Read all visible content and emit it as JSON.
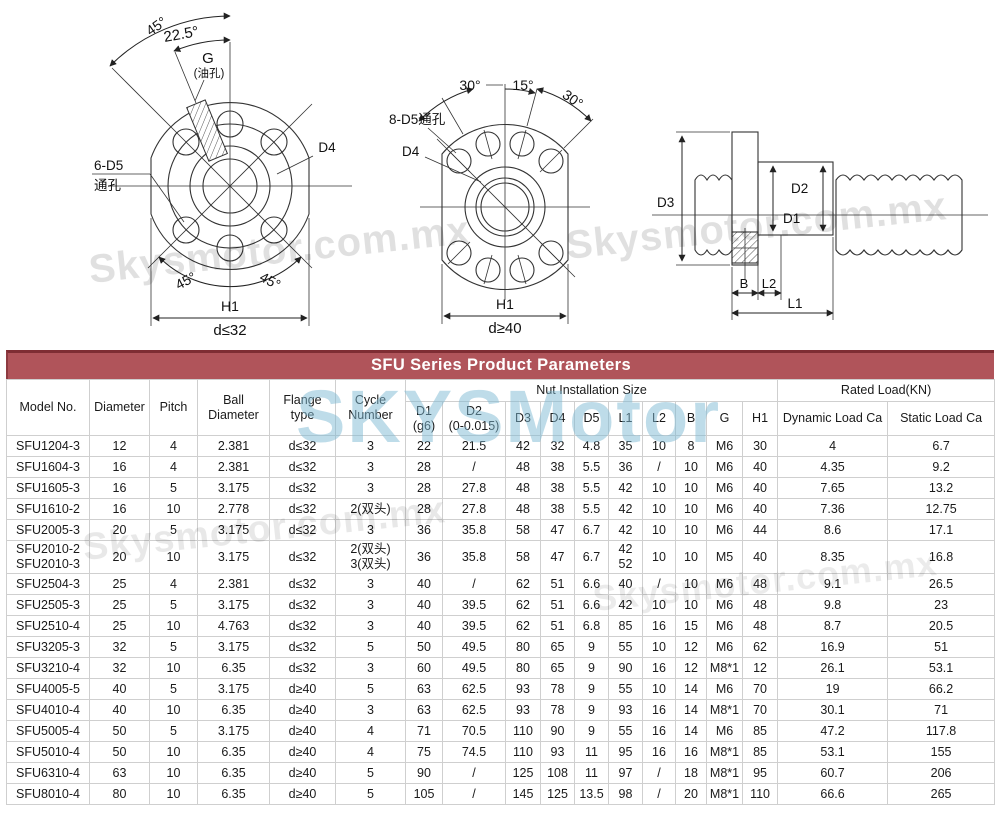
{
  "colors": {
    "title_bar_bg": "#b0545a",
    "title_bar_border": "#7e2d33",
    "title_text": "#ffffff",
    "table_border": "#cfcfcf",
    "drawing_line": "#333333",
    "watermark_blue": "rgba(125,185,212,0.5)",
    "watermark_gray": "rgba(0,0,0,0.12)"
  },
  "watermarks": {
    "brand_large": "SKYSMotor",
    "site_top_left": "Skysmotor.com.mx",
    "site_top_right": "Skysmotor.com.mx",
    "site_mid_left": "Skysmotor.com.mx",
    "site_mid_right": "Skysmotor.com.mx"
  },
  "diagrams": {
    "left": {
      "angle_upper": "45°",
      "angle_oil": "22.5°",
      "oil_hole": "G",
      "oil_hole_note": "(油孔)",
      "holes_line1": "6-D5",
      "holes_line2": "通孔",
      "bolt_circle": "D4",
      "angle_bottom_left": "45°",
      "angle_bottom_right": "45°",
      "width_dim": "H1",
      "size_note": "d≤32"
    },
    "middle": {
      "angle_left": "30°",
      "angle_center": "15°",
      "angle_right": "30°",
      "holes_label": "8-D5通孔",
      "bolt_circle": "D4",
      "width_dim": "H1",
      "size_note": "d≥40"
    },
    "side": {
      "d3": "D3",
      "d2": "D2",
      "d1": "D1",
      "b": "B",
      "l2": "L2",
      "l1": "L1"
    }
  },
  "table": {
    "title": "SFU Series Product Parameters",
    "groups": {
      "nut": "Nut Installation Size",
      "load": "Rated Load(KN)"
    },
    "columns": [
      "Model No.",
      "Diameter",
      "Pitch",
      "Ball\nDiameter",
      "Flange\ntype",
      "Cycle\nNumber",
      "D1\n(g6)",
      "D2\n(0-0.015)",
      "D3",
      "D4",
      "D5",
      "L1",
      "L2",
      "B",
      "G",
      "H1",
      "Dynamic Load Ca",
      "Static Load Ca"
    ],
    "rows": [
      [
        "SFU1204-3",
        "12",
        "4",
        "2.381",
        "d≤32",
        "3",
        "22",
        "21.5",
        "42",
        "32",
        "4.8",
        "35",
        "10",
        "8",
        "M6",
        "30",
        "4",
        "6.7"
      ],
      [
        "SFU1604-3",
        "16",
        "4",
        "2.381",
        "d≤32",
        "3",
        "28",
        "/",
        "48",
        "38",
        "5.5",
        "36",
        "/",
        "10",
        "M6",
        "40",
        "4.35",
        "9.2"
      ],
      [
        "SFU1605-3",
        "16",
        "5",
        "3.175",
        "d≤32",
        "3",
        "28",
        "27.8",
        "48",
        "38",
        "5.5",
        "42",
        "10",
        "10",
        "M6",
        "40",
        "7.65",
        "13.2"
      ],
      [
        "SFU1610-2",
        "16",
        "10",
        "2.778",
        "d≤32",
        "2(双头)",
        "28",
        "27.8",
        "48",
        "38",
        "5.5",
        "42",
        "10",
        "10",
        "M6",
        "40",
        "7.36",
        "12.75"
      ],
      [
        "SFU2005-3",
        "20",
        "5",
        "3.175",
        "d≤32",
        "3",
        "36",
        "35.8",
        "58",
        "47",
        "6.7",
        "42",
        "10",
        "10",
        "M6",
        "44",
        "8.6",
        "17.1"
      ],
      [
        "SFU2010-2\nSFU2010-3",
        "20",
        "10",
        "3.175",
        "d≤32",
        "2(双头)\n3(双头)",
        "36",
        "35.8",
        "58",
        "47",
        "6.7",
        "42\n52",
        "10",
        "10",
        "M5",
        "40",
        "8.35",
        "16.8"
      ],
      [
        "SFU2504-3",
        "25",
        "4",
        "2.381",
        "d≤32",
        "3",
        "40",
        "/",
        "62",
        "51",
        "6.6",
        "40",
        "/",
        "10",
        "M6",
        "48",
        "9.1",
        "26.5"
      ],
      [
        "SFU2505-3",
        "25",
        "5",
        "3.175",
        "d≤32",
        "3",
        "40",
        "39.5",
        "62",
        "51",
        "6.6",
        "42",
        "10",
        "10",
        "M6",
        "48",
        "9.8",
        "23"
      ],
      [
        "SFU2510-4",
        "25",
        "10",
        "4.763",
        "d≤32",
        "3",
        "40",
        "39.5",
        "62",
        "51",
        "6.8",
        "85",
        "16",
        "15",
        "M6",
        "48",
        "8.7",
        "20.5"
      ],
      [
        "SFU3205-3",
        "32",
        "5",
        "3.175",
        "d≤32",
        "5",
        "50",
        "49.5",
        "80",
        "65",
        "9",
        "55",
        "10",
        "12",
        "M6",
        "62",
        "16.9",
        "51"
      ],
      [
        "SFU3210-4",
        "32",
        "10",
        "6.35",
        "d≤32",
        "3",
        "60",
        "49.5",
        "80",
        "65",
        "9",
        "90",
        "16",
        "12",
        "M8*1",
        "12",
        "26.1",
        "53.1"
      ],
      [
        "SFU4005-5",
        "40",
        "5",
        "3.175",
        "d≥40",
        "5",
        "63",
        "62.5",
        "93",
        "78",
        "9",
        "55",
        "10",
        "14",
        "M6",
        "70",
        "19",
        "66.2"
      ],
      [
        "SFU4010-4",
        "40",
        "10",
        "6.35",
        "d≥40",
        "3",
        "63",
        "62.5",
        "93",
        "78",
        "9",
        "93",
        "16",
        "14",
        "M8*1",
        "70",
        "30.1",
        "71"
      ],
      [
        "SFU5005-4",
        "50",
        "5",
        "3.175",
        "d≥40",
        "4",
        "71",
        "70.5",
        "110",
        "90",
        "9",
        "55",
        "16",
        "14",
        "M6",
        "85",
        "47.2",
        "117.8"
      ],
      [
        "SFU5010-4",
        "50",
        "10",
        "6.35",
        "d≥40",
        "4",
        "75",
        "74.5",
        "110",
        "93",
        "11",
        "95",
        "16",
        "16",
        "M8*1",
        "85",
        "53.1",
        "155"
      ],
      [
        "SFU6310-4",
        "63",
        "10",
        "6.35",
        "d≥40",
        "5",
        "90",
        "/",
        "125",
        "108",
        "11",
        "97",
        "/",
        "18",
        "M8*1",
        "95",
        "60.7",
        "206"
      ],
      [
        "SFU8010-4",
        "80",
        "10",
        "6.35",
        "d≥40",
        "5",
        "105",
        "/",
        "145",
        "125",
        "13.5",
        "98",
        "/",
        "20",
        "M8*1",
        "110",
        "66.6",
        "265"
      ]
    ]
  }
}
